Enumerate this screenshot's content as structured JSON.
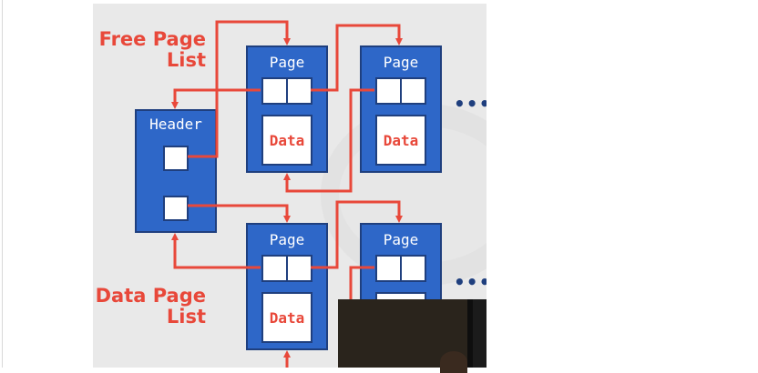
{
  "diagram": {
    "free_list_title": [
      "Free Page",
      "List"
    ],
    "data_list_title": [
      "Data Page",
      "List"
    ],
    "header_label": "Header",
    "page_label": "Page",
    "data_label": "Data",
    "ellipsis": "•••",
    "colors": {
      "accent_red": "#e8483a",
      "box_blue": "#2e67c8",
      "box_border": "#1f3f7e",
      "slide_bg": "#e9e9e9"
    }
  }
}
